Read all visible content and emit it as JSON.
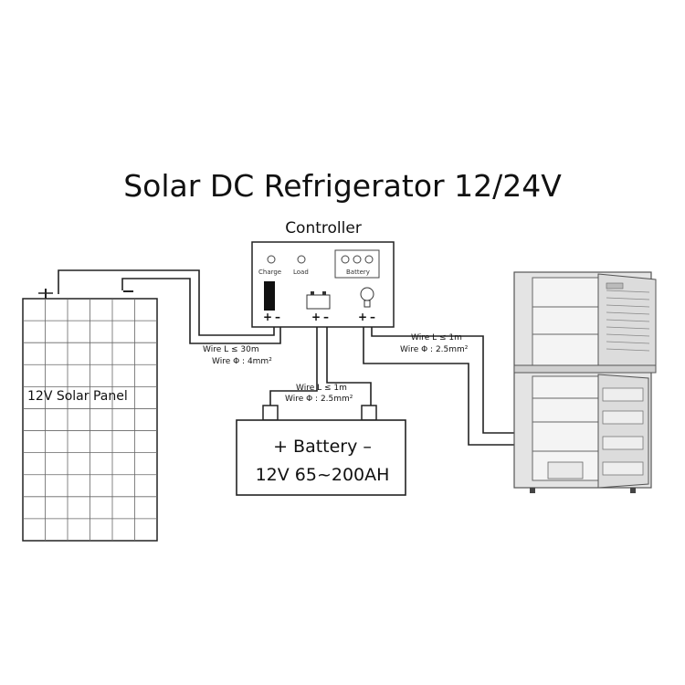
{
  "title": "Solar DC Refrigerator 12/24V",
  "controller": {
    "title": "Controller",
    "charge_label": "Charge",
    "load_label": "Load",
    "battery_label": "Battery",
    "terminal_sign_plus": "+",
    "terminal_sign_minus": "–"
  },
  "solar_panel": {
    "label": "12V Solar Panel"
  },
  "battery": {
    "line1": "+ Battery –",
    "line2": "12V 65~200AH"
  },
  "wires": {
    "panel_length": "Wire L ≤ 30m",
    "panel_gauge": "Wire Φ : 4mm²",
    "battery_length": "Wire L ≤ 1m",
    "battery_gauge": "Wire Φ : 2.5mm²",
    "fridge_length": "Wire L ≤ 1m",
    "fridge_gauge": "Wire Φ : 2.5mm²"
  },
  "colors": {
    "line": "#222222",
    "fridge_body": "#e4e4e4",
    "fridge_shade": "#bdbdbd"
  }
}
